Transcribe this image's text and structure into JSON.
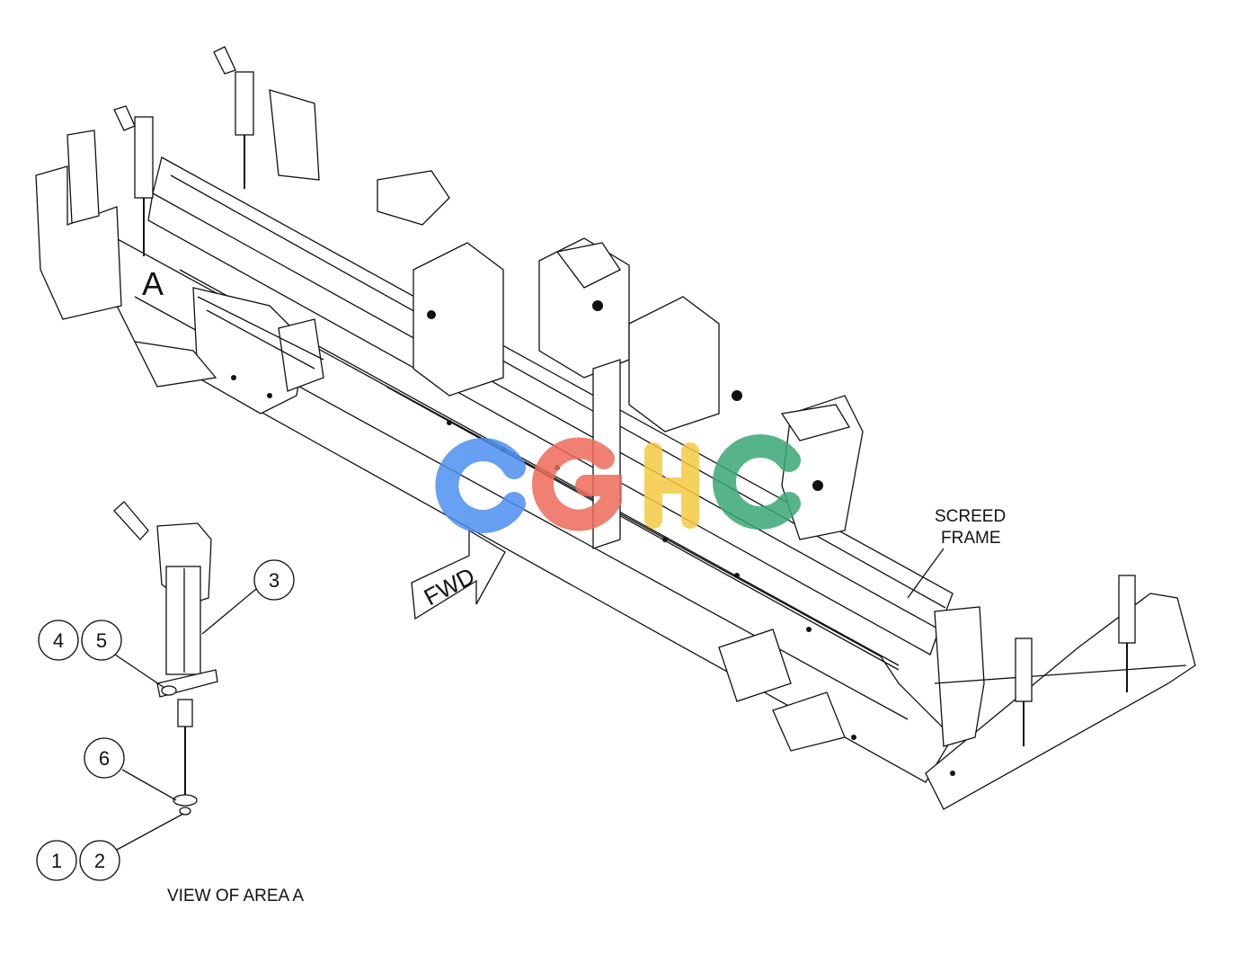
{
  "diagram": {
    "area_marker": "A",
    "frame_label_line1": "SCREED",
    "frame_label_line2": "FRAME",
    "direction_arrow": "FWD",
    "view_caption": "VIEW OF AREA A",
    "callouts": [
      "1",
      "2",
      "3",
      "4",
      "5",
      "6"
    ],
    "watermark": "CGHC",
    "watermark_colors": [
      "#4d8ff0",
      "#ee6c5a",
      "#f5c942",
      "#3aa876"
    ]
  }
}
